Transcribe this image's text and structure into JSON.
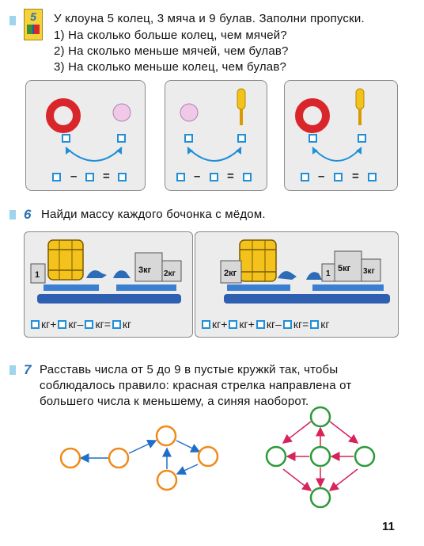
{
  "task5": {
    "number": "5",
    "line1": "У клоуна 5 колец, 3 мяча и 9 булав. Заполни пропуски.",
    "line2": "1)  На  сколько  больше  колец,  чем  мячей?",
    "line3": "2)  На  сколько  меньше  мячей,  чем  булав?",
    "line4": "3)  На  сколько  меньше  колец,  чем  булав?",
    "minus": "–",
    "equals": "="
  },
  "task6": {
    "number": "6",
    "text": "Найди  массу  каждого  бочонка  с  мёдом.",
    "weights_left": [
      "1",
      "3кг",
      "2кг"
    ],
    "weights_right": [
      "2кг",
      "5кг",
      "3кг",
      "1"
    ],
    "unit": "кг",
    "plus": "+",
    "minus": "–",
    "equals": "="
  },
  "task7": {
    "number": "7",
    "line1": "Расставь  числа  от  5  до  9  в  пустые  кружкй  так,  чтобы",
    "line2": "соблюдалось  правило:  красная  стрелка  направлена  от",
    "line3": "большего числа к меньшему, а синяя наоборот."
  },
  "page_number": "11",
  "colors": {
    "accent_blue": "#1f8fd8",
    "ring_red": "#d9262b",
    "ball_pink": "#f0c8e8",
    "club_yellow": "#f3c21b",
    "orange": "#f08a1a",
    "green": "#2c9a3a",
    "arrow_red": "#d6245a",
    "arrow_blue": "#1f6fc8"
  }
}
